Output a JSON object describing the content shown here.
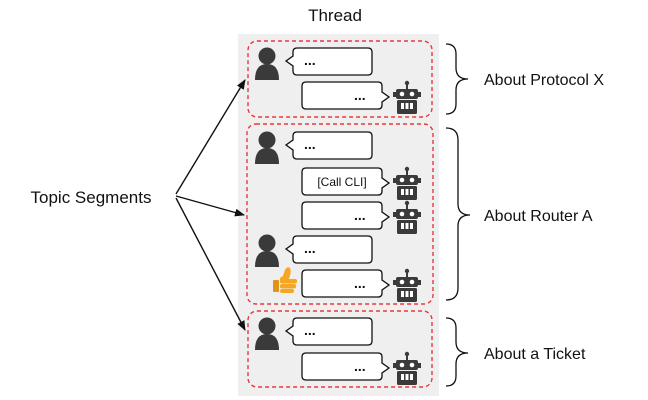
{
  "title": "Thread",
  "left_label": "Topic Segments",
  "ellipsis": "...",
  "call_label": "[Call CLI]",
  "segments": [
    {
      "label": "About Protocol X"
    },
    {
      "label": "About Router A"
    },
    {
      "label": "About a Ticket"
    }
  ],
  "colors": {
    "panel": "#efefef",
    "segment_border": "#e8383d",
    "bubble_border": "#111111",
    "avatar": "#3a3a3a",
    "robot": "#3a3a3a",
    "thumb": "#f5a623",
    "arrow": "#111111"
  },
  "icons": [
    "user-icon",
    "robot-icon",
    "thumbs-up-icon",
    "right-brace-icon",
    "arrow-icon"
  ]
}
